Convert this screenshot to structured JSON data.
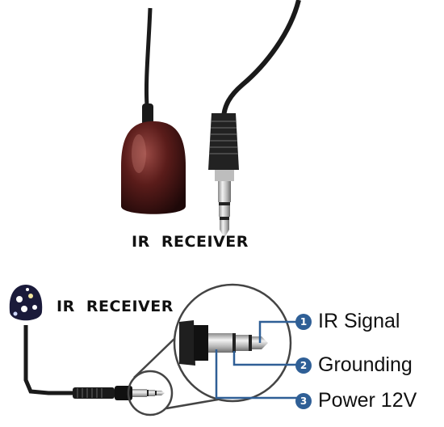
{
  "photo": {
    "caption": "IR  RECEIVER"
  },
  "diagram": {
    "title": "IR  RECEIVER",
    "legend": [
      {
        "number": "1",
        "label": "IR Signal"
      },
      {
        "number": "2",
        "label": "Grounding"
      },
      {
        "number": "3",
        "label": "Power 12V"
      }
    ]
  },
  "colors": {
    "connector_line": "#2f5f96",
    "badge": "#2f5f96",
    "cable": "#1a1a1a",
    "receiver_dome": "#4a1a18"
  }
}
